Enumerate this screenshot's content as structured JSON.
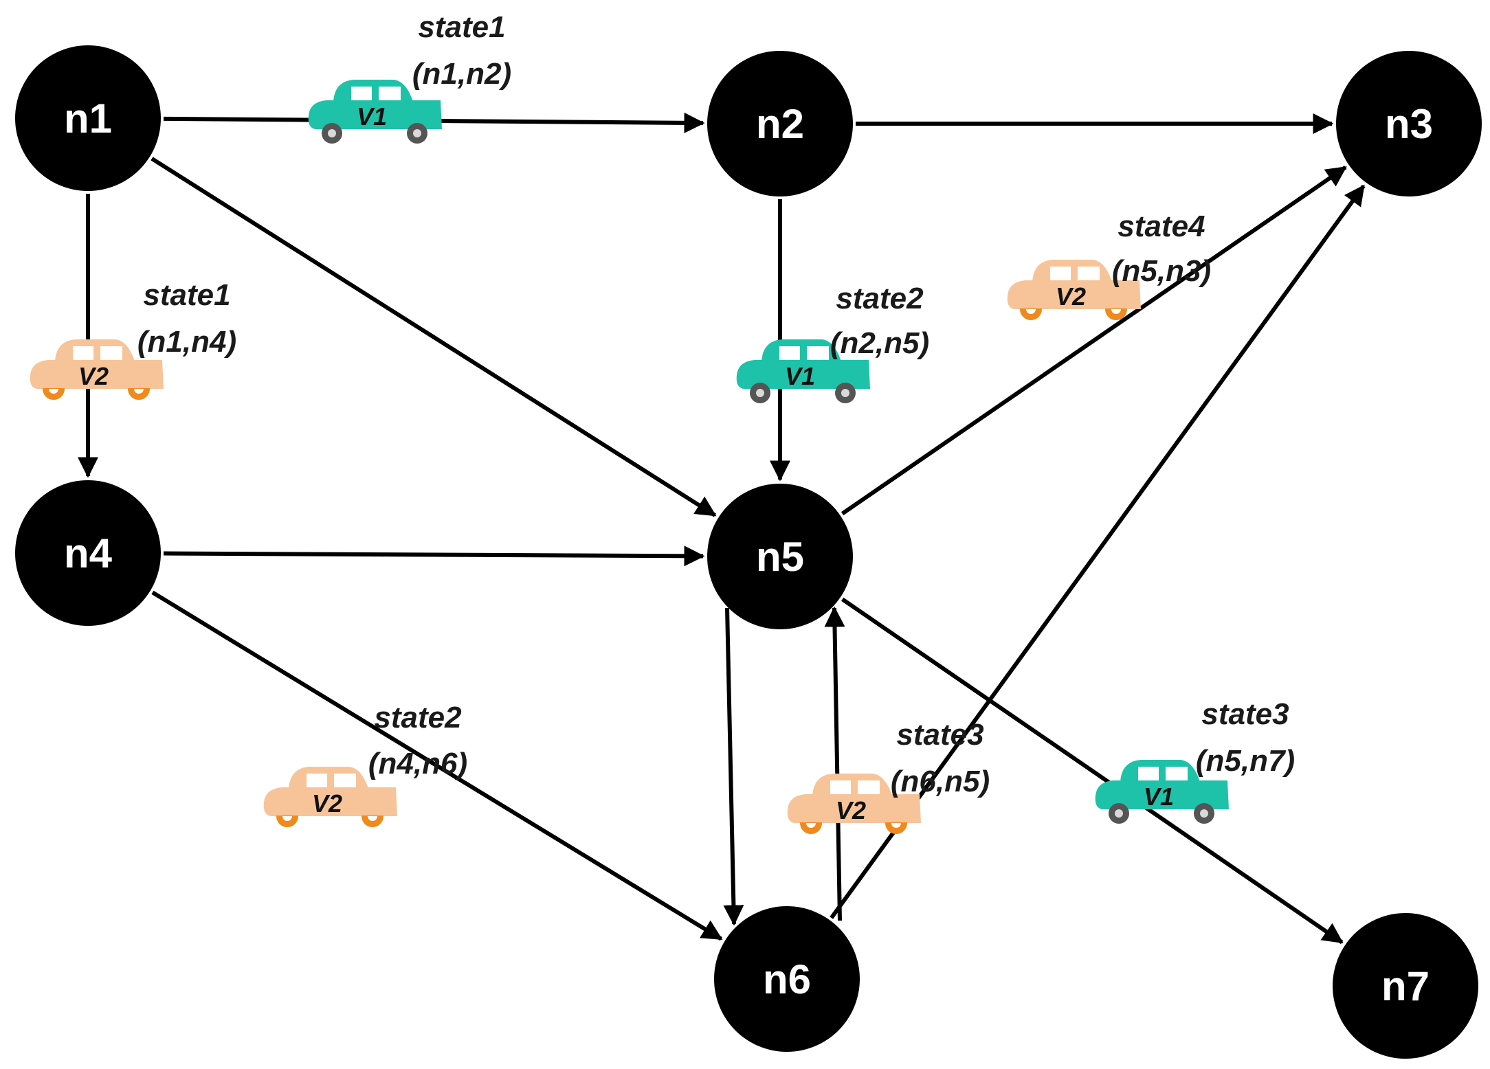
{
  "nodes": [
    {
      "id": "n1",
      "label": "n1"
    },
    {
      "id": "n2",
      "label": "n2"
    },
    {
      "id": "n3",
      "label": "n3"
    },
    {
      "id": "n4",
      "label": "n4"
    },
    {
      "id": "n5",
      "label": "n5"
    },
    {
      "id": "n6",
      "label": "n6"
    },
    {
      "id": "n7",
      "label": "n7"
    }
  ],
  "edges": [
    {
      "from": "n1",
      "to": "n2"
    },
    {
      "from": "n2",
      "to": "n3"
    },
    {
      "from": "n1",
      "to": "n4"
    },
    {
      "from": "n1",
      "to": "n5"
    },
    {
      "from": "n2",
      "to": "n5"
    },
    {
      "from": "n4",
      "to": "n5"
    },
    {
      "from": "n4",
      "to": "n6"
    },
    {
      "from": "n5",
      "to": "n6"
    },
    {
      "from": "n6",
      "to": "n5"
    },
    {
      "from": "n5",
      "to": "n3"
    },
    {
      "from": "n6",
      "to": "n3"
    },
    {
      "from": "n5",
      "to": "n7"
    }
  ],
  "vehicles": [
    {
      "id": "V1",
      "label": "V1",
      "color": "#1ec2a8"
    },
    {
      "id": "V2",
      "label": "V2",
      "color": "#f7c49a"
    }
  ],
  "states": [
    {
      "vehicle": "V1",
      "state": "state1",
      "edge": "(n1,n2)"
    },
    {
      "vehicle": "V2",
      "state": "state1",
      "edge": "(n1,n4)"
    },
    {
      "vehicle": "V1",
      "state": "state2",
      "edge": "(n2,n5)"
    },
    {
      "vehicle": "V2",
      "state": "state4",
      "edge": "(n5,n3)"
    },
    {
      "vehicle": "V2",
      "state": "state2",
      "edge": "(n4,n6)"
    },
    {
      "vehicle": "V2",
      "state": "state3",
      "edge": "(n6,n5)"
    },
    {
      "vehicle": "V1",
      "state": "state3",
      "edge": "(n5,n7)"
    }
  ],
  "colors": {
    "node_fill": "#000000",
    "node_text": "#ffffff",
    "edge": "#000000",
    "v1_body": "#1ec2a8",
    "v2_body": "#f7c49a",
    "v2_wheel_rim": "#f08a1c",
    "v1_wheel": "#555555"
  }
}
